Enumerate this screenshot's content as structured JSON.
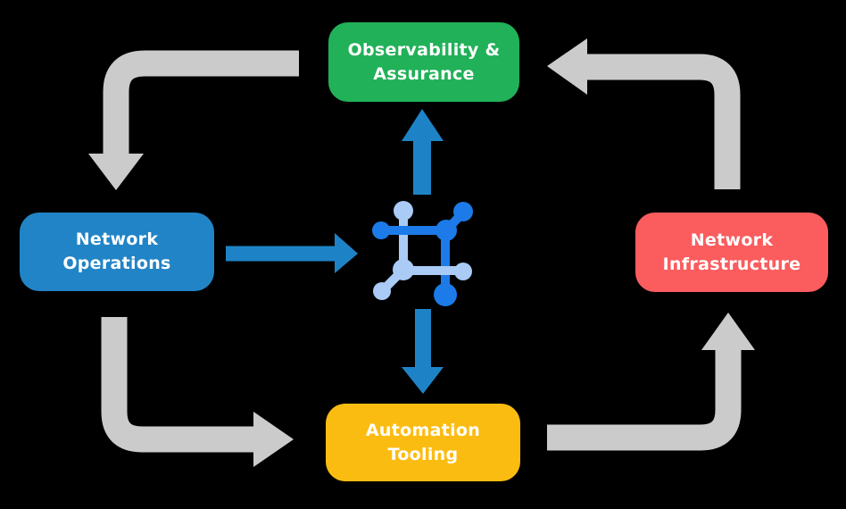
{
  "palette": {
    "arrow-gray": "#CBCBCB",
    "arrow-blue": "#1E83C6",
    "icon-dark": "#1C7BE8",
    "icon-light": "#A9CBF6",
    "background": "#000000",
    "node-text": "#FFFFFF"
  },
  "nodes": {
    "observability": {
      "lines": [
        "Observability &",
        "Assurance"
      ],
      "color": "#21B158"
    },
    "operations": {
      "lines": [
        "Network",
        "Operations"
      ],
      "color": "#2184C6"
    },
    "infrastructure": {
      "lines": [
        "Network",
        "Infrastructure"
      ],
      "color": "#FB5C5E"
    },
    "automation": {
      "lines": [
        "Automation",
        "Tooling"
      ],
      "color": "#FBBC12"
    }
  },
  "center_icon": {
    "name": "network-mesh-icon"
  },
  "flows": [
    {
      "from": "network-operations",
      "to": "network-mesh-icon",
      "style": "blue-straight"
    },
    {
      "from": "network-mesh-icon",
      "to": "observability-assurance",
      "style": "blue-straight"
    },
    {
      "from": "network-mesh-icon",
      "to": "automation-tooling",
      "style": "blue-straight"
    },
    {
      "from": "observability-assurance",
      "to": "network-operations",
      "style": "gray-elbow"
    },
    {
      "from": "network-operations",
      "to": "automation-tooling",
      "style": "gray-elbow"
    },
    {
      "from": "automation-tooling",
      "to": "network-infrastructure",
      "style": "gray-elbow"
    },
    {
      "from": "network-infrastructure",
      "to": "observability-assurance",
      "style": "gray-elbow"
    }
  ]
}
